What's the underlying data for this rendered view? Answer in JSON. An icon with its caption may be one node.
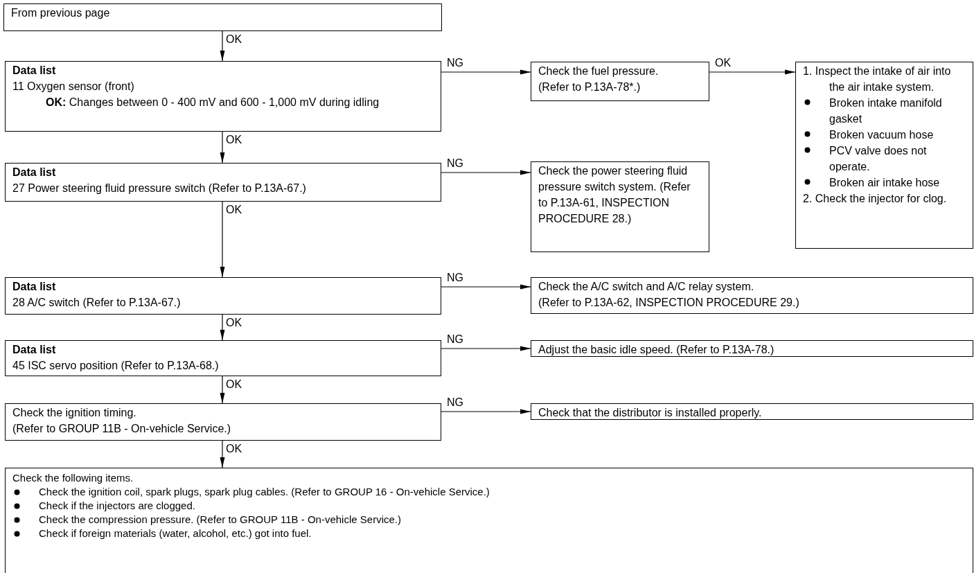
{
  "diagram": {
    "nodes": [
      {
        "text": [
          "From previous page"
        ]
      },
      {
        "text": [
          "Data list",
          "11 Oxygen sensor (front)",
          "**OK:** Changes between 0 - 400 mV and 600 - 1,000 mV during idling"
        ]
      },
      {
        "text": [
          "Check the fuel pressure.",
          "(Refer to P.13A-78*.)"
        ]
      },
      {
        "text": [
          "1. Inspect the intake of air into the air intake system.",
          "Broken intake manifold gasket",
          "Broken vacuum hose",
          "PCV valve does not operate.",
          "Broken air intake hose",
          "2. Check the injector for clog."
        ]
      },
      {
        "text": [
          "Data list",
          "27 Power steering fluid pressure switch (Refer to P.13A-67.)"
        ]
      },
      {
        "text": [
          "Check the power steering fluid pressure switch system. (Refer to P.13A-61, INSPECTION PROCEDURE 28.)"
        ]
      },
      {
        "text": [
          "Data list",
          "28 A/C switch (Refer to P.13A-67.)"
        ]
      },
      {
        "text": [
          "Check the A/C switch and A/C relay system.",
          "(Refer to P.13A-62, INSPECTION PROCEDURE 29.)"
        ]
      },
      {
        "text": [
          "Data list",
          "45 ISC servo position (Refer to P.13A-68.)"
        ]
      },
      {
        "text": [
          "Adjust the basic idle speed. (Refer to P.13A-78.)"
        ]
      },
      {
        "text": [
          "Check the ignition timing.",
          "(Refer to GROUP 11B - On-vehicle Service.)"
        ]
      },
      {
        "text": [
          "Check that the distributor is installed properly."
        ]
      },
      {
        "text": [
          "Check the following items.",
          "Check the ignition coil, spark plugs, spark plug cables. (Refer to GROUP 16 - On-vehicle Service.)",
          "Check if the injectors are clogged.",
          "Check the compression pressure. (Refer to GROUP 11B - On-vehicle Service.)",
          "Check if foreign materials (water, alcohol, etc.) got into fuel."
        ]
      }
    ],
    "edges": [
      {
        "from": 0,
        "to": 1,
        "arrow": "to",
        "label": "OK"
      },
      {
        "from": 1,
        "to": 2,
        "arrow": "to",
        "label": "NG"
      },
      {
        "from": 2,
        "to": 3,
        "arrow": "to",
        "label": "OK"
      },
      {
        "from": 1,
        "to": 4,
        "arrow": "to",
        "label": "OK"
      },
      {
        "from": 4,
        "to": 5,
        "arrow": "to",
        "label": "NG"
      },
      {
        "from": 4,
        "to": 6,
        "arrow": "to",
        "label": "OK"
      },
      {
        "from": 6,
        "to": 7,
        "arrow": "to",
        "label": "NG"
      },
      {
        "from": 6,
        "to": 8,
        "arrow": "to",
        "label": "OK"
      },
      {
        "from": 8,
        "to": 9,
        "arrow": "to",
        "label": "NG"
      },
      {
        "from": 8,
        "to": 10,
        "arrow": "to",
        "label": "OK"
      },
      {
        "from": 10,
        "to": 11,
        "arrow": "to",
        "label": "NG"
      },
      {
        "from": 10,
        "to": 12,
        "arrow": "to",
        "label": "OK"
      }
    ]
  }
}
